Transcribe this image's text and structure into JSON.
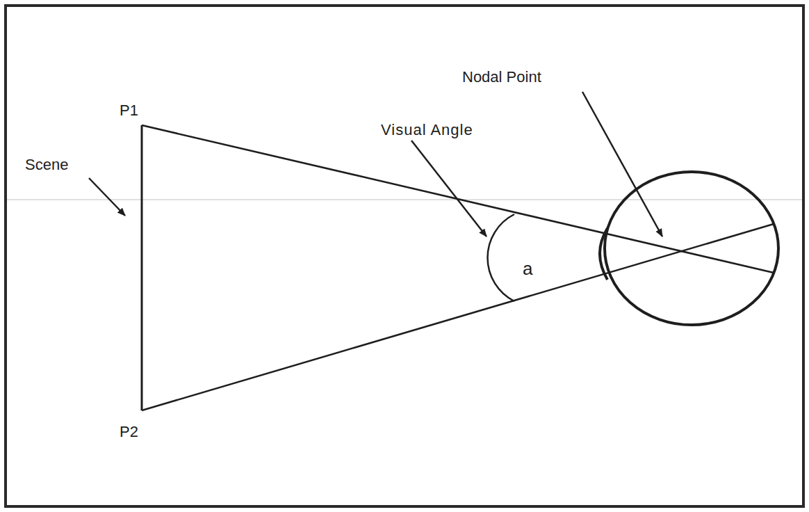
{
  "diagram": {
    "labels": [
      "P1",
      "Scene",
      "Visual Angle",
      "Nodal Point",
      "a",
      "P2"
    ]
  }
}
